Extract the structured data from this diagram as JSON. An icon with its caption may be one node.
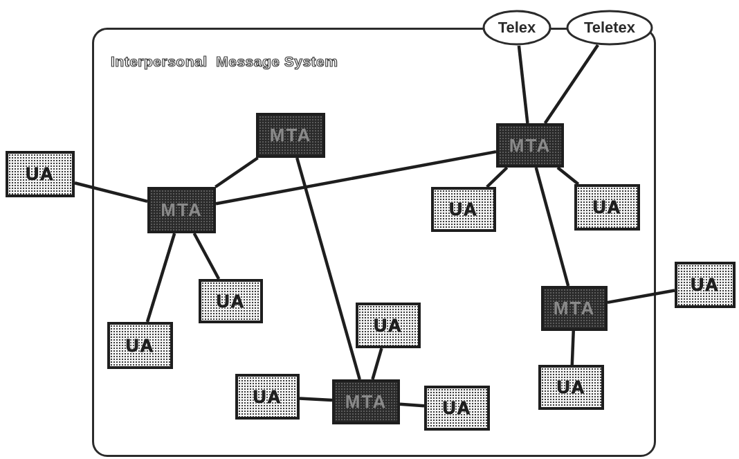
{
  "diagram": {
    "nodes": [
      {
        "text": [
          "Interpersonal  Message System"
        ]
      },
      {
        "text": [
          "Telex"
        ]
      },
      {
        "text": [
          "Teletex"
        ]
      },
      {
        "text": [
          "MTA"
        ],
        "in": 0
      },
      {
        "text": [
          "MTA"
        ],
        "in": 0
      },
      {
        "text": [
          "UA"
        ]
      },
      {
        "text": [
          "MTA"
        ],
        "in": 0
      },
      {
        "text": [
          "UA"
        ],
        "in": 0
      },
      {
        "text": [
          "UA"
        ],
        "in": 0
      },
      {
        "text": [
          "UA"
        ],
        "in": 0
      },
      {
        "text": [
          "MTA"
        ],
        "in": 0
      },
      {
        "text": [
          "UA"
        ]
      },
      {
        "text": [
          "UA"
        ],
        "in": 0
      },
      {
        "text": [
          "UA"
        ],
        "in": 0
      },
      {
        "text": [
          "UA"
        ],
        "in": 0
      },
      {
        "text": [
          "MTA"
        ],
        "in": 0
      },
      {
        "text": [
          "UA"
        ],
        "in": 0
      },
      {
        "text": [
          "UA"
        ],
        "in": 0
      }
    ],
    "edges": [
      {
        "from": 1,
        "to": 4,
        "arrow": "none"
      },
      {
        "from": 2,
        "to": 4,
        "arrow": "none"
      },
      {
        "from": 3,
        "to": 6,
        "arrow": "none"
      },
      {
        "from": 3,
        "to": 15,
        "arrow": "none"
      },
      {
        "from": 4,
        "to": 6,
        "arrow": "none"
      },
      {
        "from": 4,
        "to": 7,
        "arrow": "none"
      },
      {
        "from": 4,
        "to": 8,
        "arrow": "none"
      },
      {
        "from": 4,
        "to": 10,
        "arrow": "none"
      },
      {
        "from": 5,
        "to": 6,
        "arrow": "none"
      },
      {
        "from": 6,
        "to": 9,
        "arrow": "none"
      },
      {
        "from": 6,
        "to": 12,
        "arrow": "none"
      },
      {
        "from": 10,
        "to": 11,
        "arrow": "none"
      },
      {
        "from": 10,
        "to": 17,
        "arrow": "none"
      },
      {
        "from": 13,
        "to": 15,
        "arrow": "none"
      },
      {
        "from": 14,
        "to": 15,
        "arrow": "none"
      },
      {
        "from": 15,
        "to": 16,
        "arrow": "none"
      }
    ]
  }
}
